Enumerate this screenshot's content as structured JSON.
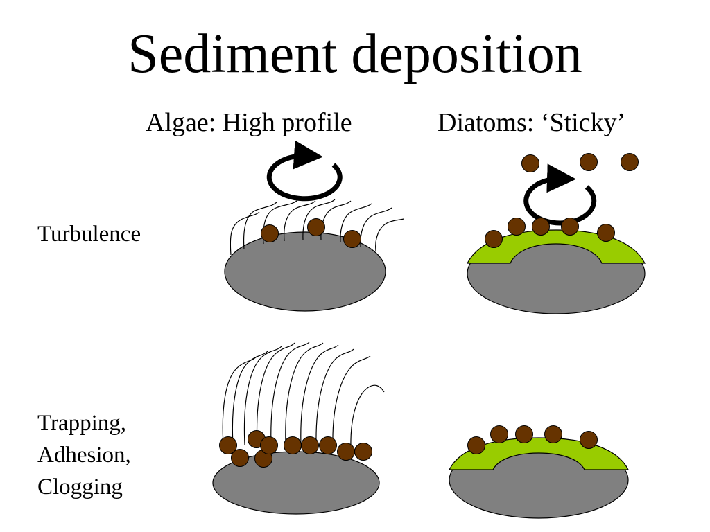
{
  "slide": {
    "title": "Sediment deposition",
    "columns": {
      "algae": "Algae: High profile",
      "diatoms": "Diatoms: ‘Sticky’"
    },
    "rows": {
      "turbulence": "Turbulence",
      "trapping": [
        "Trapping,",
        "Adhesion,",
        "Clogging"
      ]
    }
  },
  "colors": {
    "substrate": "#808080",
    "diatom_film": "#99cc00",
    "particle": "#663300",
    "outline": "#000000"
  }
}
